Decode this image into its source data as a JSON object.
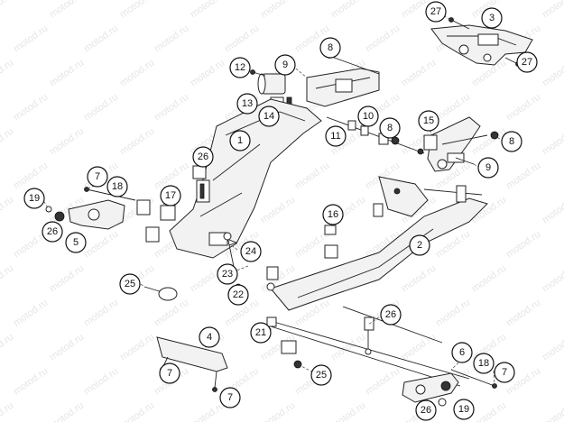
{
  "watermark": "motod.ru",
  "callouts": [
    {
      "id": "c27a",
      "label": "27"
    },
    {
      "id": "c3",
      "label": "3"
    },
    {
      "id": "c27b",
      "label": "27"
    },
    {
      "id": "c8a",
      "label": "8"
    },
    {
      "id": "c12",
      "label": "12"
    },
    {
      "id": "c9a",
      "label": "9"
    },
    {
      "id": "c13",
      "label": "13"
    },
    {
      "id": "c14",
      "label": "14"
    },
    {
      "id": "c10",
      "label": "10"
    },
    {
      "id": "c8b",
      "label": "8"
    },
    {
      "id": "c11",
      "label": "11"
    },
    {
      "id": "c15",
      "label": "15"
    },
    {
      "id": "c8c",
      "label": "8"
    },
    {
      "id": "c9b",
      "label": "9"
    },
    {
      "id": "c1",
      "label": "1"
    },
    {
      "id": "c26a",
      "label": "26"
    },
    {
      "id": "c7a",
      "label": "7"
    },
    {
      "id": "c18a",
      "label": "18"
    },
    {
      "id": "c17",
      "label": "17"
    },
    {
      "id": "c19a",
      "label": "19"
    },
    {
      "id": "c26b",
      "label": "26"
    },
    {
      "id": "c5",
      "label": "5"
    },
    {
      "id": "c16",
      "label": "16"
    },
    {
      "id": "c2",
      "label": "2"
    },
    {
      "id": "c24",
      "label": "24"
    },
    {
      "id": "c23",
      "label": "23"
    },
    {
      "id": "c25a",
      "label": "25"
    },
    {
      "id": "c22",
      "label": "22"
    },
    {
      "id": "c26c",
      "label": "26"
    },
    {
      "id": "c21",
      "label": "21"
    },
    {
      "id": "c4",
      "label": "4"
    },
    {
      "id": "c6",
      "label": "6"
    },
    {
      "id": "c18b",
      "label": "18"
    },
    {
      "id": "c7b",
      "label": "7"
    },
    {
      "id": "c25b",
      "label": "25"
    },
    {
      "id": "c7c",
      "label": "7"
    },
    {
      "id": "c7d",
      "label": "7"
    },
    {
      "id": "c26d",
      "label": "26"
    },
    {
      "id": "c19b",
      "label": "19"
    }
  ]
}
